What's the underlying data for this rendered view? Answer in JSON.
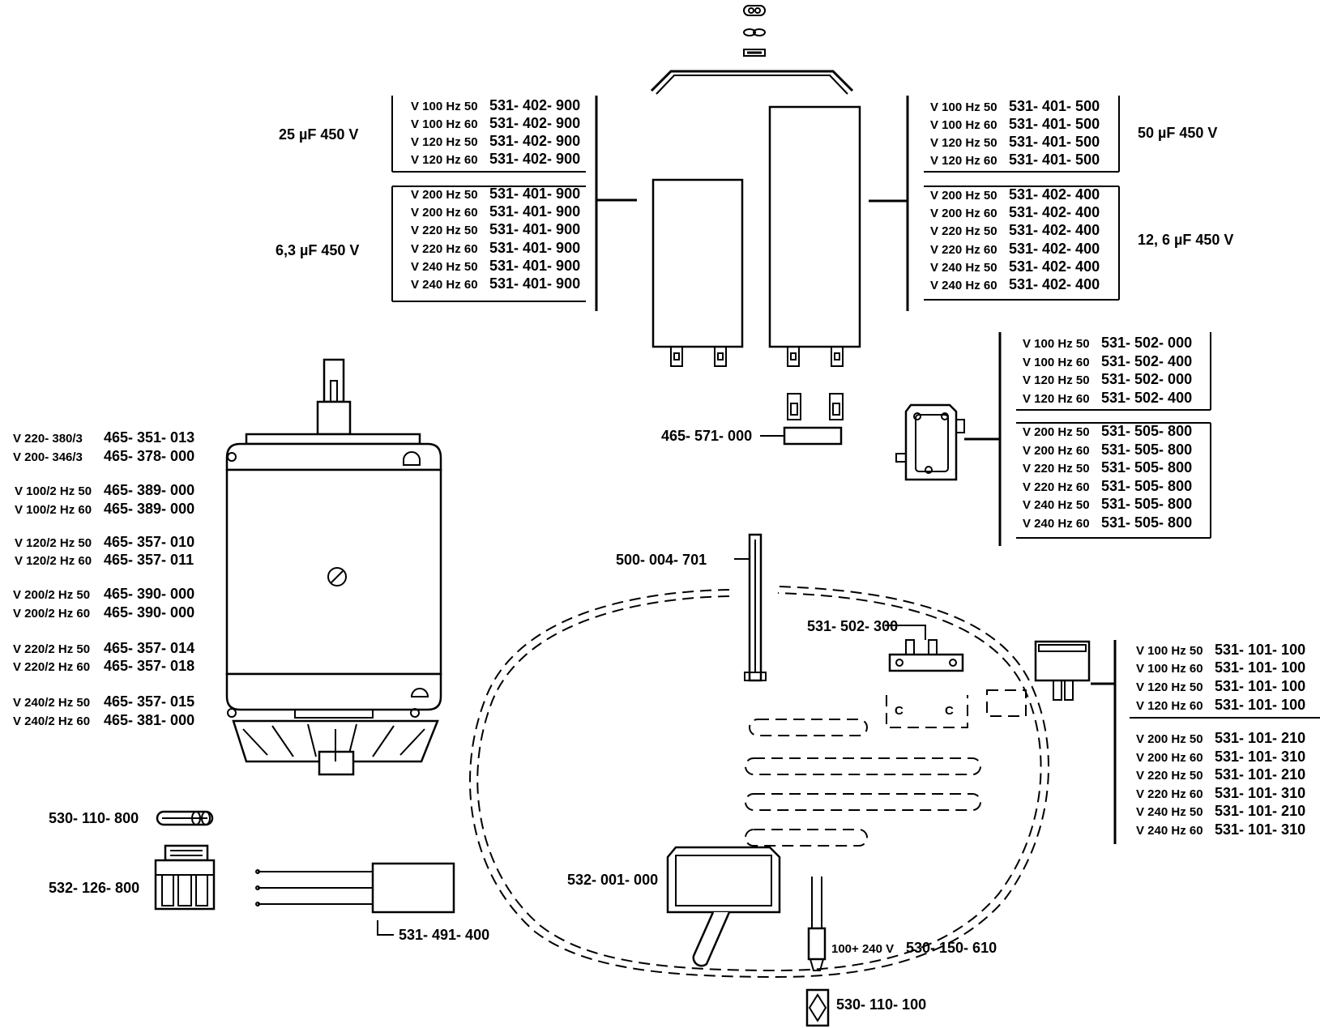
{
  "capacitor_left": {
    "group_a_label": "25 µF  450  V",
    "group_b_label": "6,3 µF  450  V",
    "group_a": [
      {
        "spec": "V 100 Hz 50",
        "part": "531- 402- 900"
      },
      {
        "spec": "V 100 Hz 60",
        "part": "531- 402- 900"
      },
      {
        "spec": "V 120 Hz 50",
        "part": "531- 402- 900"
      },
      {
        "spec": "V 120 Hz 60",
        "part": "531- 402- 900"
      }
    ],
    "group_b": [
      {
        "spec": "V 200 Hz 50",
        "part": "531- 401- 900"
      },
      {
        "spec": "V 200 Hz 60",
        "part": "531- 401- 900"
      },
      {
        "spec": "V 220 Hz 50",
        "part": "531- 401- 900"
      },
      {
        "spec": "V 220 Hz 60",
        "part": "531- 401- 900"
      },
      {
        "spec": "V 240 Hz 50",
        "part": "531- 401- 900"
      },
      {
        "spec": "V 240 Hz 60",
        "part": "531- 401- 900"
      }
    ]
  },
  "capacitor_right": {
    "group_a_label": "50 µF  450  V",
    "group_b_label": "12, 6 µF  450  V",
    "group_a": [
      {
        "spec": "V 100 Hz 50",
        "part": "531- 401- 500"
      },
      {
        "spec": "V 100 Hz 60",
        "part": "531- 401- 500"
      },
      {
        "spec": "V 120 Hz 50",
        "part": "531- 401- 500"
      },
      {
        "spec": "V 120 Hz 60",
        "part": "531- 401- 500"
      }
    ],
    "group_b": [
      {
        "spec": "V 200 Hz 50",
        "part": "531- 402- 400"
      },
      {
        "spec": "V 200 Hz 60",
        "part": "531- 402- 400"
      },
      {
        "spec": "V 220 Hz 50",
        "part": "531- 402- 400"
      },
      {
        "spec": "V 220 Hz 60",
        "part": "531- 402- 400"
      },
      {
        "spec": "V 240 Hz 50",
        "part": "531- 402- 400"
      },
      {
        "spec": "V 240 Hz 60",
        "part": "531- 402- 400"
      }
    ]
  },
  "relay": {
    "group_a": [
      {
        "spec": "V 100 Hz 50",
        "part": "531- 502- 000"
      },
      {
        "spec": "V 100 Hz 60",
        "part": "531- 502- 400"
      },
      {
        "spec": "V 120 Hz 50",
        "part": "531- 502- 000"
      },
      {
        "spec": "V 120 Hz 60",
        "part": "531- 502- 400"
      }
    ],
    "group_b": [
      {
        "spec": "V 200 Hz 50",
        "part": "531- 505- 800"
      },
      {
        "spec": "V 200 Hz 60",
        "part": "531- 505- 800"
      },
      {
        "spec": "V 220 Hz 50",
        "part": "531- 505- 800"
      },
      {
        "spec": "V 220 Hz 60",
        "part": "531- 505- 800"
      },
      {
        "spec": "V 240 Hz 50",
        "part": "531- 505- 800"
      },
      {
        "spec": "V 240 Hz 60",
        "part": "531- 505- 800"
      }
    ]
  },
  "switch": {
    "group_a": [
      {
        "spec": "V 100 Hz 50",
        "part": "531- 101- 100"
      },
      {
        "spec": "V 100 Hz 60",
        "part": "531- 101- 100"
      },
      {
        "spec": "V 120 Hz 50",
        "part": "531- 101- 100"
      },
      {
        "spec": "V 120 Hz 60",
        "part": "531- 101- 100"
      }
    ],
    "group_b": [
      {
        "spec": "V 200 Hz 50",
        "part": "531- 101- 210"
      },
      {
        "spec": "V 200 Hz 60",
        "part": "531- 101- 310"
      },
      {
        "spec": "V 220 Hz 50",
        "part": "531- 101- 210"
      },
      {
        "spec": "V 220 Hz 60",
        "part": "531- 101- 310"
      },
      {
        "spec": "V 240 Hz 50",
        "part": "531- 101- 210"
      },
      {
        "spec": "V 240 Hz 60",
        "part": "531- 101- 310"
      }
    ]
  },
  "motor": [
    {
      "spec": "V 220- 380/3",
      "part": "465- 351- 013"
    },
    {
      "spec": "V 200- 346/3",
      "part": "465- 378- 000"
    },
    {
      "spec": "V 100/2 Hz 50",
      "part": "465- 389- 000"
    },
    {
      "spec": "V 100/2 Hz 60",
      "part": "465- 389- 000"
    },
    {
      "spec": "V 120/2 Hz 50",
      "part": "465- 357- 010"
    },
    {
      "spec": "V 120/2 Hz 60",
      "part": "465- 357- 011"
    },
    {
      "spec": "V 200/2 Hz 50",
      "part": "465- 390- 000"
    },
    {
      "spec": "V 200/2 Hz 60",
      "part": "465- 390- 000"
    },
    {
      "spec": "V 220/2 Hz 50",
      "part": "465- 357- 014"
    },
    {
      "spec": "V 220/2 Hz 60",
      "part": "465- 357- 018"
    },
    {
      "spec": "V 240/2 Hz 50",
      "part": "465- 357- 015"
    },
    {
      "spec": "V 240/2 Hz 60",
      "part": "465- 381- 000"
    }
  ],
  "parts": {
    "terminal_block": "465- 571- 000",
    "element_rod": "500- 004- 701",
    "thermostat": "531- 502- 300",
    "fuse": "530- 110- 800",
    "fuse_holder": "532- 126- 800",
    "module": "531- 491- 400",
    "tilt_switch": "532- 001- 000",
    "heater_voltage": "100+ 240 V",
    "heater": "530- 150- 610",
    "bottom_fuse": "530- 110- 100"
  },
  "heater_marks": {
    "left": "C",
    "right": "C"
  }
}
